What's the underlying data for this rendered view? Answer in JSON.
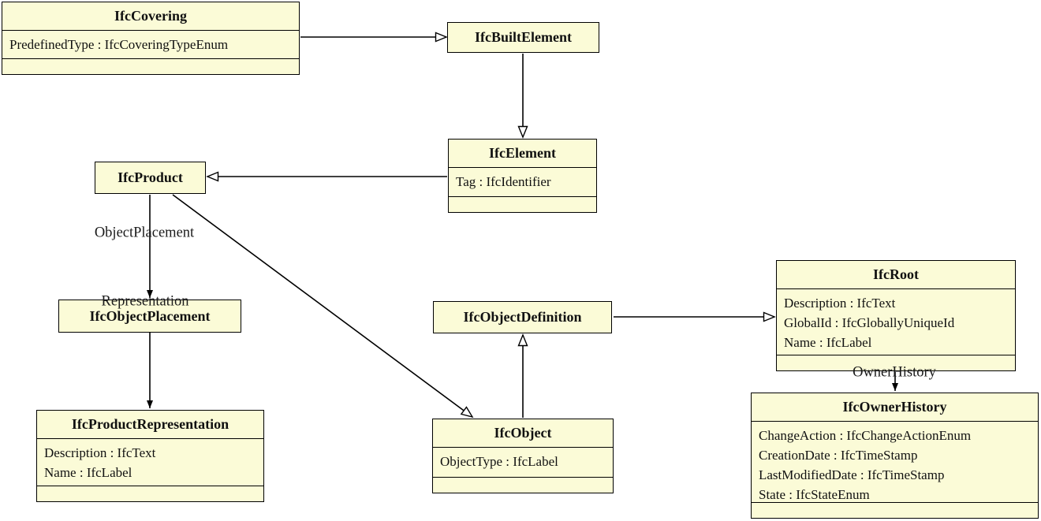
{
  "diagram": {
    "title": "IFC class diagram",
    "colors": {
      "node_fill": "#fbfbd7",
      "node_border": "#000000",
      "edge": "#000000",
      "background": "#ffffff"
    },
    "classes": [
      {
        "name": "IfcCovering",
        "attributes": [
          "PredefinedType : IfcCoveringTypeEnum"
        ]
      },
      {
        "name": "IfcBuiltElement",
        "attributes": []
      },
      {
        "name": "IfcElement",
        "attributes": [
          "Tag : IfcIdentifier"
        ]
      },
      {
        "name": "IfcProduct",
        "attributes": []
      },
      {
        "name": "IfcObjectPlacement",
        "attributes": []
      },
      {
        "name": "IfcProductRepresentation",
        "attributes": [
          "Description : IfcText",
          "Name : IfcLabel"
        ]
      },
      {
        "name": "IfcObjectDefinition",
        "attributes": []
      },
      {
        "name": "IfcObject",
        "attributes": [
          "ObjectType : IfcLabel"
        ]
      },
      {
        "name": "IfcRoot",
        "attributes": [
          "Description : IfcText",
          "GlobalId : IfcGloballyUniqueId",
          "Name : IfcLabel"
        ]
      },
      {
        "name": "IfcOwnerHistory",
        "attributes": [
          "ChangeAction : IfcChangeActionEnum",
          "CreationDate : IfcTimeStamp",
          "LastModifiedDate : IfcTimeStamp",
          "State : IfcStateEnum"
        ]
      }
    ],
    "edge_labels": {
      "object_placement": "ObjectPlacement",
      "representation": "Representation",
      "owner_history": "OwnerHistory"
    },
    "relationships": [
      {
        "from": "IfcCovering",
        "to": "IfcBuiltElement",
        "type": "generalization",
        "label": ""
      },
      {
        "from": "IfcBuiltElement",
        "to": "IfcElement",
        "type": "generalization",
        "label": ""
      },
      {
        "from": "IfcElement",
        "to": "IfcProduct",
        "type": "generalization",
        "label": ""
      },
      {
        "from": "IfcProduct",
        "to": "IfcObject",
        "type": "generalization",
        "label": ""
      },
      {
        "from": "IfcObject",
        "to": "IfcObjectDefinition",
        "type": "generalization",
        "label": ""
      },
      {
        "from": "IfcObjectDefinition",
        "to": "IfcRoot",
        "type": "generalization",
        "label": ""
      },
      {
        "from": "IfcProduct",
        "to": "IfcObjectPlacement",
        "type": "association",
        "label": "ObjectPlacement"
      },
      {
        "from": "IfcProduct",
        "to": "IfcProductRepresentation",
        "type": "association",
        "label": "Representation"
      },
      {
        "from": "IfcRoot",
        "to": "IfcOwnerHistory",
        "type": "association",
        "label": "OwnerHistory"
      }
    ]
  }
}
